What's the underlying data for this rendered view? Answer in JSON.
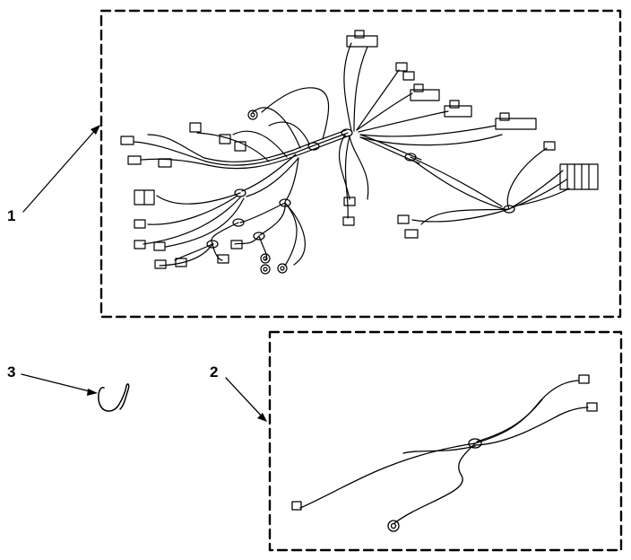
{
  "callouts": [
    {
      "id": "1",
      "label": "1",
      "part": "main-wire-harness"
    },
    {
      "id": "2",
      "label": "2",
      "part": "sub-wire-harness"
    },
    {
      "id": "3",
      "label": "3",
      "part": "wire-clip"
    }
  ],
  "colors": {
    "line": "#000000",
    "background": "#ffffff"
  }
}
